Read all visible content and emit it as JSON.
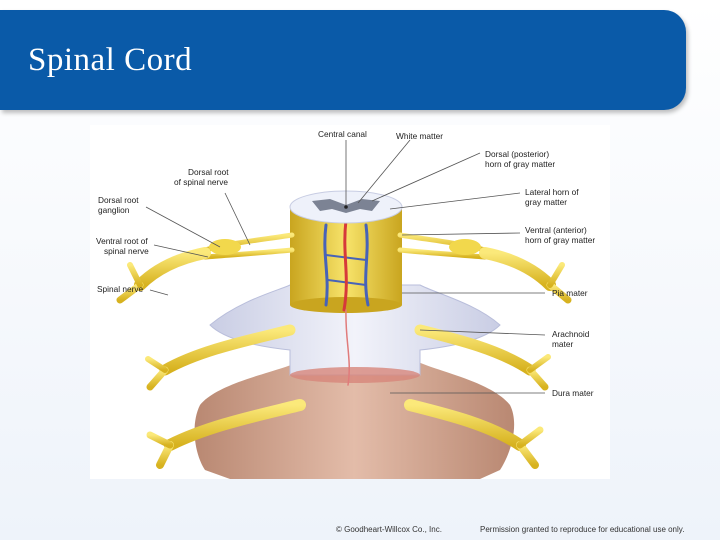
{
  "slide": {
    "title": "Spinal Cord",
    "accent_color": "#0a5aa8"
  },
  "figure": {
    "labels": {
      "central_canal": "Central canal",
      "white_matter": "White matter",
      "dorsal_posterior_horn_line1": "Dorsal (posterior)",
      "dorsal_posterior_horn_line2": "horn of gray matter",
      "dorsal_root_line1": "Dorsal root",
      "dorsal_root_line2": "of spinal nerve",
      "dorsal_root_ganglion_line1": "Dorsal root",
      "dorsal_root_ganglion_line2": "ganglion",
      "lateral_horn_line1": "Lateral horn of",
      "lateral_horn_line2": "gray matter",
      "ventral_root_line1": "Ventral root of",
      "ventral_root_line2": "spinal nerve",
      "ventral_horn_line1": "Ventral (anterior)",
      "ventral_horn_line2": "horn of gray matter",
      "spinal_nerve": "Spinal nerve",
      "pia_mater": "Pia mater",
      "arachnoid_line1": "Arachnoid",
      "arachnoid_line2": "mater",
      "dura_mater": "Dura mater"
    }
  },
  "footer": {
    "copyright": "© Goodheart-Willcox Co., Inc.",
    "permission": "Permission granted to reproduce for educational use only."
  }
}
